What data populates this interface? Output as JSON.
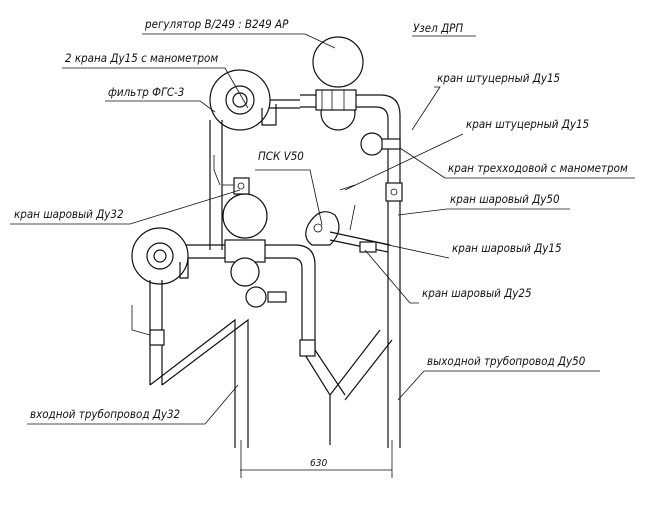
{
  "title": "Узел ДРП",
  "labels": {
    "regulator": "регулятор B/249 : B249 AP",
    "two_valves": "2 крана Ду15 с манометром",
    "filter": "фильтр ФГС-3",
    "fitting_valve_1": "кран штуцерный Ду15",
    "fitting_valve_2": "кран штуцерный Ду15",
    "three_way_valve": "кран трехходовой с манометром",
    "psk": "ПСК V50",
    "ball_valve_50": "кран шаровый Ду50",
    "ball_valve_32": "кран шаровый Ду32",
    "ball_valve_15": "кран шаровый Ду15",
    "ball_valve_25": "кран шаровый Ду25",
    "outlet_pipe": "выходной трубопровод Ду50",
    "inlet_pipe": "входной трубопровод Ду32"
  },
  "dimension": "630"
}
